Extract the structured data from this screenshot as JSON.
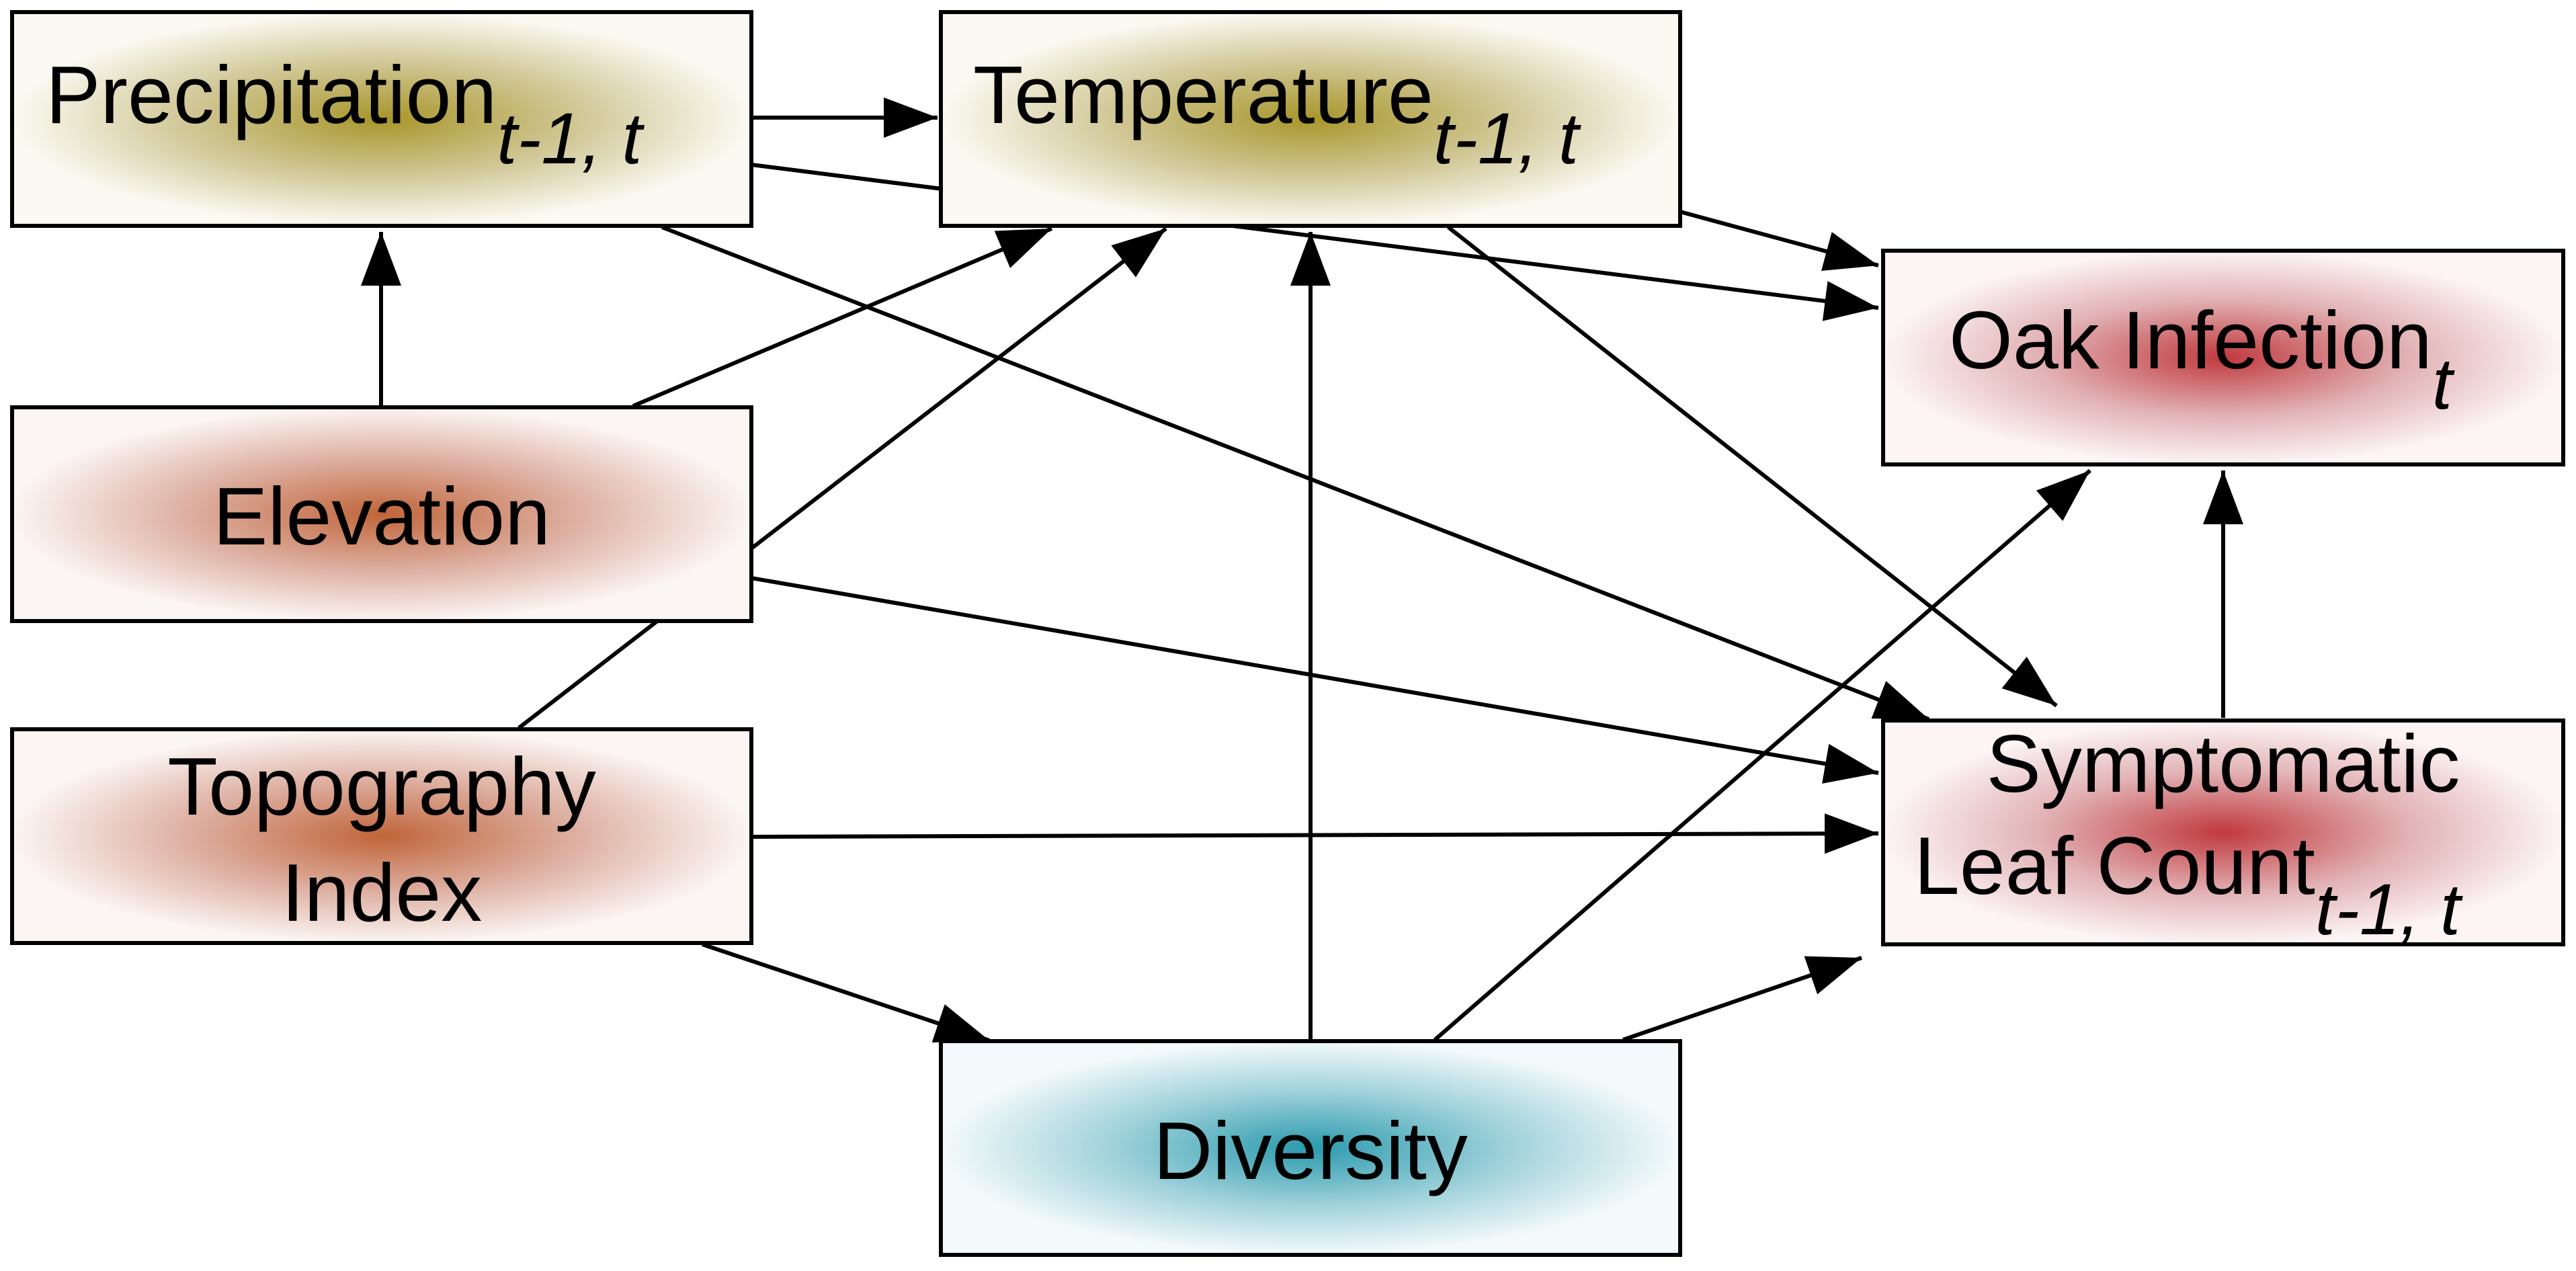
{
  "nodes": {
    "precipitation": {
      "label": "Precipitation",
      "subscript": "t-1, t",
      "color": "#a8962a"
    },
    "temperature": {
      "label": "Temperature",
      "subscript": "t-1, t",
      "color": "#a8962a"
    },
    "oak_infection": {
      "label": "Oak Infection",
      "subscript": "t",
      "color": "#c0393d"
    },
    "elevation": {
      "label": "Elevation",
      "color": "#c0653a"
    },
    "topography_index": {
      "line1": "Topography",
      "line2": "Index",
      "color": "#c0653a"
    },
    "symptomatic_leaf_count": {
      "line1": "Symptomatic",
      "line2": "Leaf Count",
      "subscript": "t-1, t",
      "color": "#c0393d"
    },
    "diversity": {
      "label": "Diversity",
      "color": "#2a9aad"
    }
  },
  "edges": [
    {
      "from": "precipitation",
      "to": "temperature"
    },
    {
      "from": "precipitation",
      "to": "oak_infection"
    },
    {
      "from": "precipitation",
      "to": "symptomatic_leaf_count"
    },
    {
      "from": "temperature",
      "to": "oak_infection"
    },
    {
      "from": "temperature",
      "to": "symptomatic_leaf_count"
    },
    {
      "from": "elevation",
      "to": "precipitation"
    },
    {
      "from": "elevation",
      "to": "temperature"
    },
    {
      "from": "elevation",
      "to": "symptomatic_leaf_count"
    },
    {
      "from": "topography_index",
      "to": "temperature"
    },
    {
      "from": "topography_index",
      "to": "symptomatic_leaf_count"
    },
    {
      "from": "topography_index",
      "to": "diversity"
    },
    {
      "from": "diversity",
      "to": "temperature"
    },
    {
      "from": "diversity",
      "to": "oak_infection"
    },
    {
      "from": "diversity",
      "to": "symptomatic_leaf_count"
    },
    {
      "from": "symptomatic_leaf_count",
      "to": "oak_infection"
    }
  ]
}
